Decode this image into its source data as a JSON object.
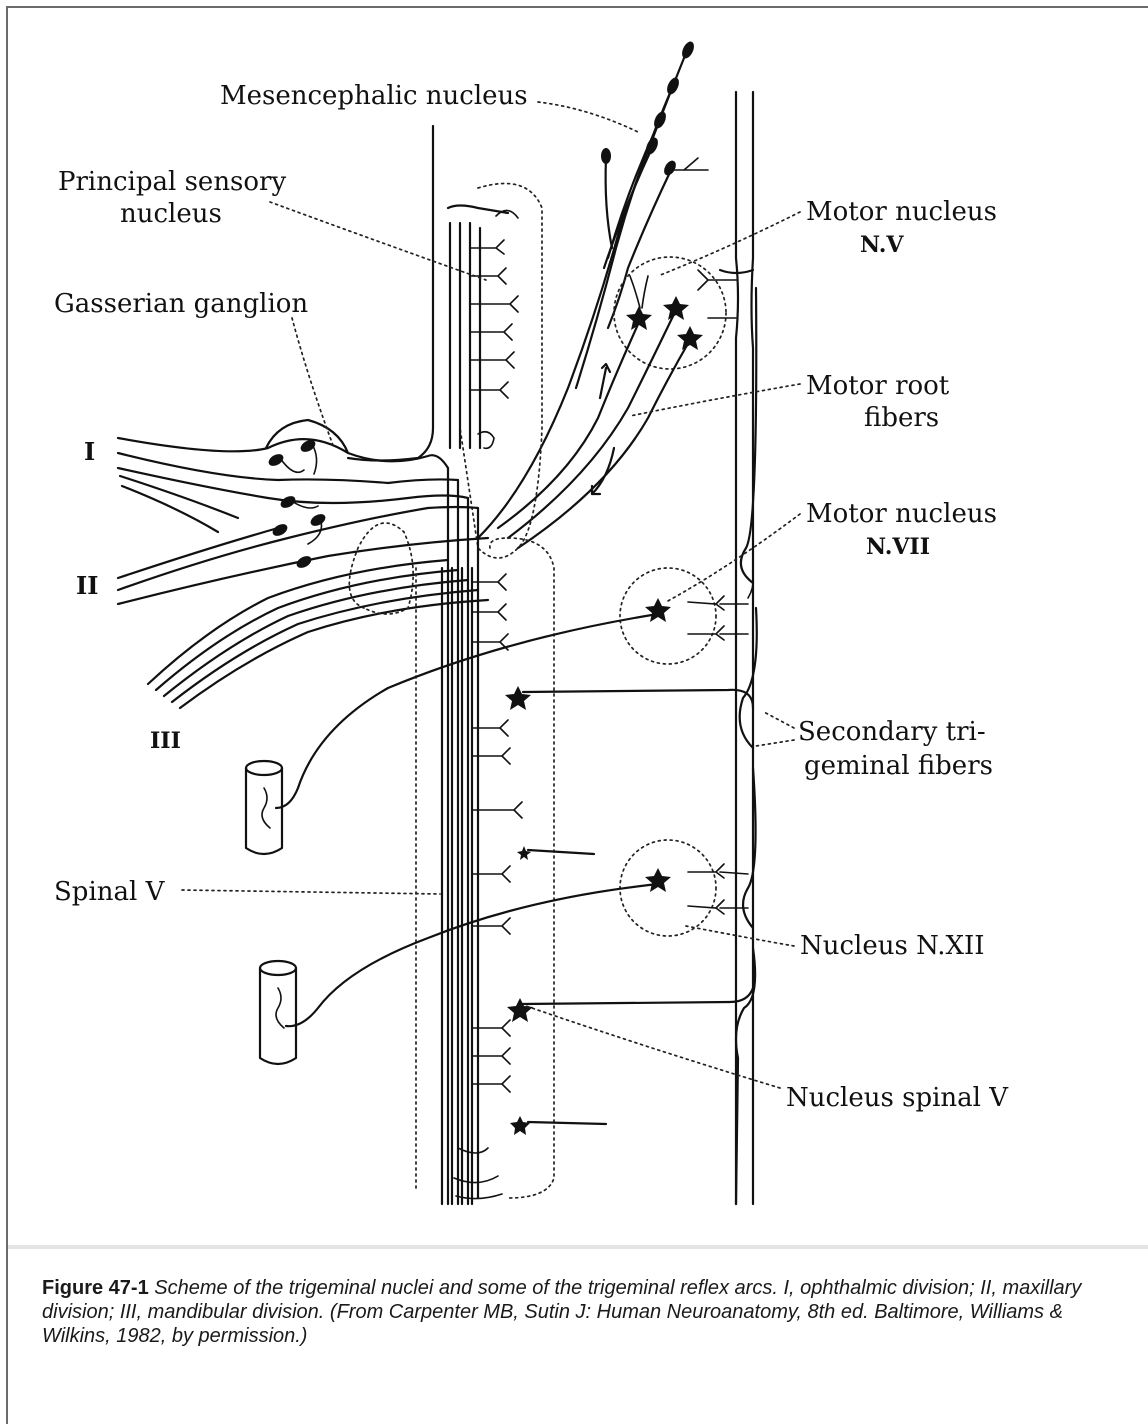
{
  "figure": {
    "labels": {
      "mesencephalic": "Mesencephalic nucleus",
      "principal_1": "Principal sensory",
      "principal_2": "nucleus",
      "gasserian": "Gasserian ganglion",
      "div_1": "I",
      "div_2": "II",
      "div_3": "III",
      "motor_v_1": "Motor nucleus",
      "motor_v_2": "N.V",
      "motor_root_1": "Motor root",
      "motor_root_2": "fibers",
      "motor_vii_1": "Motor nucleus",
      "motor_vii_2": "N.VII",
      "secondary_1": "Secondary tri-",
      "secondary_2": "geminal fibers",
      "spinal_v": "Spinal V",
      "nucleus_xii": "Nucleus N.XII",
      "nucleus_spinal_v": "Nucleus spinal V"
    }
  },
  "caption": {
    "figure_number": "Figure 47-1",
    "text": "Scheme of the trigeminal nuclei and some of the trigeminal reflex arcs. I, ophthalmic division; II, maxillary division; III, mandibular division. (From Carpenter MB, Sutin J: Human Neuroanatomy, 8th ed. Baltimore, Williams & Wilkins, 1982, by permission.)"
  }
}
